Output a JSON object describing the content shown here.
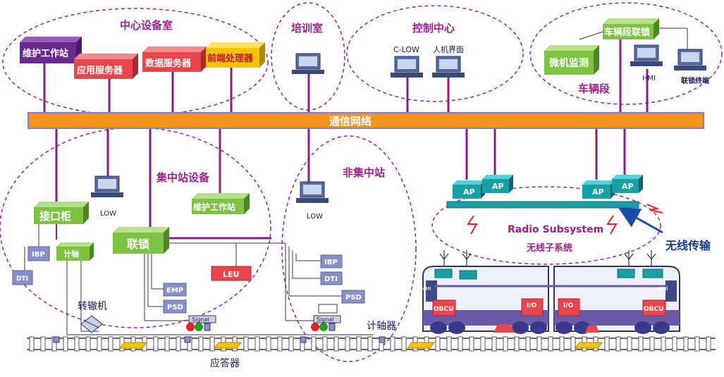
{
  "zones": {
    "center_room": "中心设备室",
    "training_room": "培训室",
    "control_center": "控制中心",
    "depot": "车辆段",
    "concentrator": "集中站设备",
    "non_concentrator": "非集中站",
    "radio": "Radio Subsystem",
    "radio_cn": "无线子系统"
  },
  "network": {
    "label": "通信网络"
  },
  "devices": {
    "maint_ws": "维护工作站",
    "app_server": "应用服务器",
    "data_server": "数据服务器",
    "front_proc": "前端处理器",
    "clow": "C-LOW",
    "hmi_cn": "人机界面",
    "microcomputer": "微机监测",
    "depot_il": "车辆段联锁",
    "hmi": "HMI",
    "il_terminal": "联锁终端",
    "interface_cab": "接口柜",
    "low_a": "LOW",
    "maint_ws2": "维护工作站",
    "ibp_a": "IBP",
    "dti_a": "DTI",
    "axle_box": "计轴",
    "interlock": "联锁",
    "emp": "EMP",
    "psd_a": "PSD",
    "leu": "LEU",
    "low_b": "LOW",
    "ibp_b": "IBP",
    "dti_b": "DTI",
    "psd_b": "PSD",
    "signal_a": "Signal",
    "signal_b": "Signal",
    "ap1": "AP",
    "ap2": "AP",
    "ap3": "AP",
    "ap4": "AP",
    "obcu_l": "OBCU",
    "obcu_r": "OBCU",
    "io_l": "I/O",
    "io_r": "I/O",
    "hmi_train_l": "HMI",
    "hmi_train_r": "HMI"
  },
  "annotations": {
    "switch_machine": "转辙机",
    "axle_counter": "计轴器",
    "balise": "应答器",
    "wireless": "无线传输"
  },
  "colors": {
    "zone_border": "#a0208e",
    "link": "#8b1a8b",
    "network_bar": "#f7941d",
    "green_box": "#7dc242",
    "red_box": "#e8464c",
    "purple_box": "#6a2a8a",
    "yellow_box": "#f5c400",
    "ap_box": "#18a0a8",
    "arrow": "#1a4aa8"
  }
}
